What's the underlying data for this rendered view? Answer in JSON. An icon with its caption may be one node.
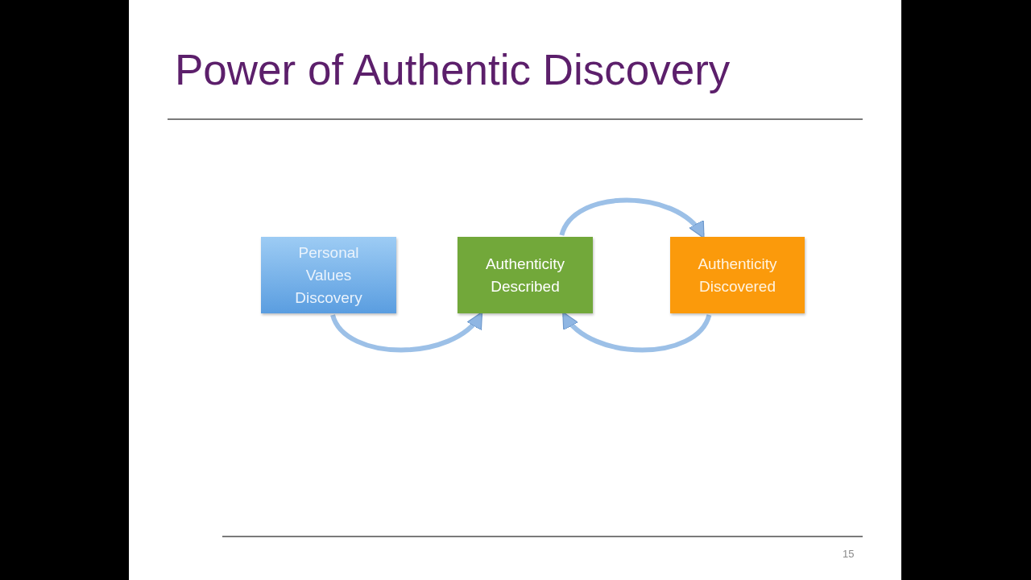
{
  "diagram": {
    "title": "Power of Authentic Discovery",
    "nodes": [
      {
        "text": [
          "Personal Values Discovery"
        ]
      },
      {
        "text": [
          "Authenticity Described"
        ]
      },
      {
        "text": [
          "Authenticity Discovered"
        ]
      }
    ],
    "edges": [
      {
        "from": 0,
        "to": 1,
        "arrow": "to"
      },
      {
        "from": 1,
        "to": 2,
        "arrow": "to"
      },
      {
        "from": 2,
        "to": 1,
        "arrow": "to"
      }
    ],
    "labels": [
      "15"
    ]
  }
}
